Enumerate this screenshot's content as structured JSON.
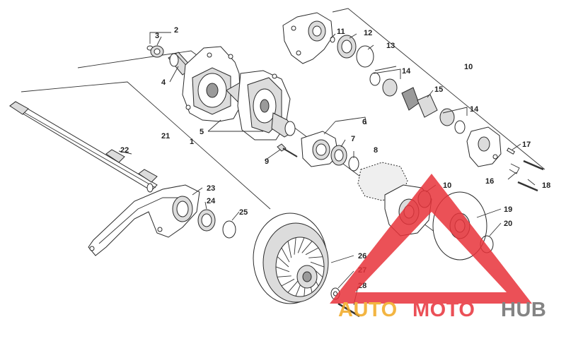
{
  "diagram": {
    "callouts": [
      {
        "id": "c1",
        "text": "1"
      },
      {
        "id": "c2",
        "text": "2"
      },
      {
        "id": "c3",
        "text": "3"
      },
      {
        "id": "c4",
        "text": "4"
      },
      {
        "id": "c5",
        "text": "5"
      },
      {
        "id": "c6",
        "text": "6"
      },
      {
        "id": "c7",
        "text": "7"
      },
      {
        "id": "c8",
        "text": "8"
      },
      {
        "id": "c9",
        "text": "9"
      },
      {
        "id": "c10a",
        "text": "10"
      },
      {
        "id": "c10b",
        "text": "10"
      },
      {
        "id": "c11",
        "text": "11"
      },
      {
        "id": "c12",
        "text": "12"
      },
      {
        "id": "c13",
        "text": "13"
      },
      {
        "id": "c14a",
        "text": "14"
      },
      {
        "id": "c14b",
        "text": "14"
      },
      {
        "id": "c15",
        "text": "15"
      },
      {
        "id": "c16",
        "text": "16"
      },
      {
        "id": "c17",
        "text": "17"
      },
      {
        "id": "c18",
        "text": "18"
      },
      {
        "id": "c19",
        "text": "19"
      },
      {
        "id": "c20",
        "text": "20"
      },
      {
        "id": "c21",
        "text": "21"
      },
      {
        "id": "c22",
        "text": "22"
      },
      {
        "id": "c23",
        "text": "23"
      },
      {
        "id": "c24",
        "text": "24"
      },
      {
        "id": "c25",
        "text": "25"
      },
      {
        "id": "c26",
        "text": "26"
      },
      {
        "id": "c27",
        "text": "27"
      },
      {
        "id": "c28",
        "text": "28"
      }
    ]
  },
  "watermark": {
    "part1": "AUTO",
    "part2": "MOTO",
    "part3": "HUB",
    "color_triangle": "#e8323a",
    "color_auto": "#f2a922",
    "color_moto": "#e8323a",
    "color_hub": "#6f6f6f"
  }
}
